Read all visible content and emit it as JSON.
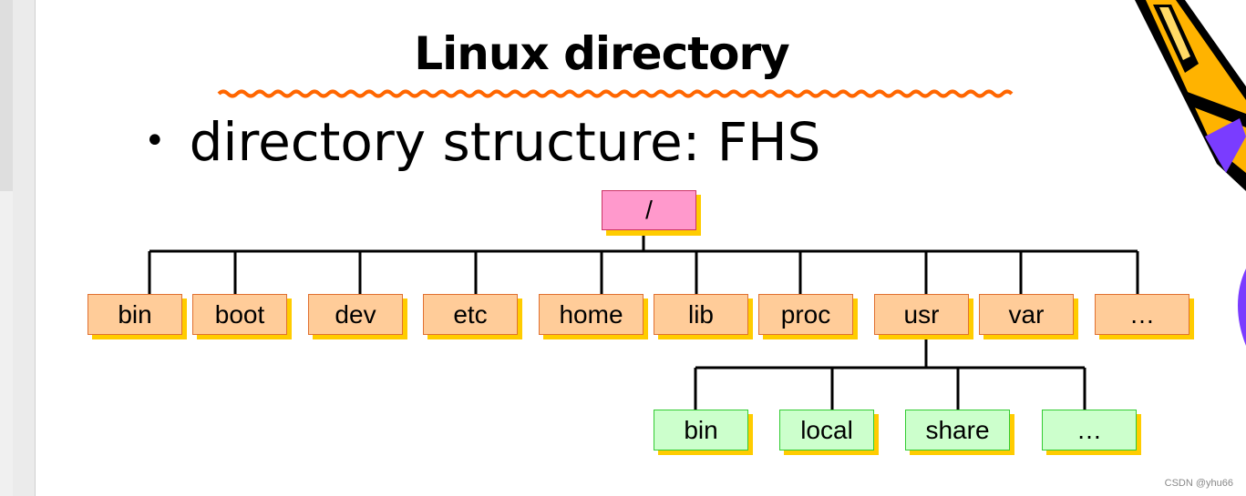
{
  "slide": {
    "title": "Linux directory",
    "bullet": "directory structure: FHS"
  },
  "tree": {
    "root": "/",
    "level1": [
      "bin",
      "boot",
      "dev",
      "etc",
      "home",
      "lib",
      "proc",
      "usr",
      "var",
      "…"
    ],
    "level2_parent": "usr",
    "level2": [
      "bin",
      "local",
      "share",
      "…"
    ]
  },
  "colors": {
    "root_fill": "#ff99cc",
    "level1_fill": "#ffcc99",
    "level2_fill": "#ccffcc",
    "shadow": "#ffcc00",
    "underline": "#ff6600"
  },
  "watermark": "CSDN @yhu66"
}
